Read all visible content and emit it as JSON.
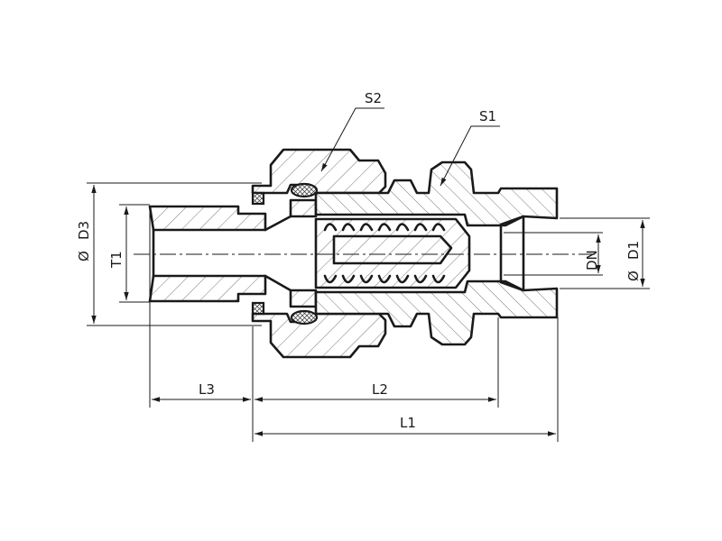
{
  "labels": {
    "s1": "S1",
    "s2": "S2",
    "l1": "L1",
    "l2": "L2",
    "l3": "L3",
    "t1": "T1",
    "dn": "DN",
    "d1": "D1",
    "d3": "D3",
    "diameter_symbol": "Ø"
  }
}
